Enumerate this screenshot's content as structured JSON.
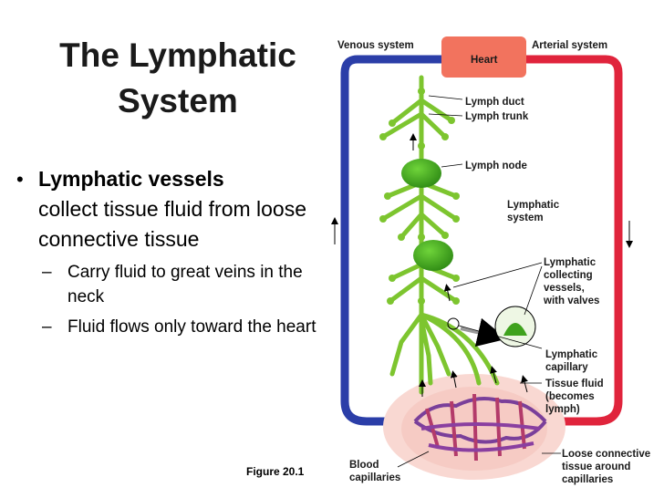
{
  "slide": {
    "title_line1": "The Lymphatic",
    "title_line2": "System",
    "bullet_main_bold": "Lymphatic vessels",
    "bullet_main_rest": "collect tissue fluid from loose connective tissue",
    "sub_bullets": [
      "Carry fluid to great veins in the neck",
      "Fluid flows only toward the heart"
    ],
    "figure_caption": "Figure 20.1"
  },
  "diagram": {
    "labels": {
      "venous": "Venous system",
      "arterial": "Arterial system",
      "heart": "Heart",
      "lymph_duct": "Lymph duct",
      "lymph_trunk": "Lymph trunk",
      "lymph_node": "Lymph node",
      "lymphatic_system": [
        "Lymphatic",
        "system"
      ],
      "collecting": [
        "Lymphatic",
        "collecting",
        "vessels,",
        "with valves"
      ],
      "capillary": [
        "Lymphatic",
        "capillary"
      ],
      "tissue_fluid": [
        "Tissue fluid",
        "(becomes",
        "lymph)"
      ],
      "loose": [
        "Loose connective",
        "tissue around",
        "capillaries"
      ],
      "blood": [
        "Blood",
        "capillaries"
      ]
    },
    "colors": {
      "vein": "#2b3ea8",
      "artery": "#e0243c",
      "heart": "#f2735e",
      "lymph": "#7dc52f",
      "node": "#3fa21d",
      "tissue": "#f9d8d2"
    }
  }
}
